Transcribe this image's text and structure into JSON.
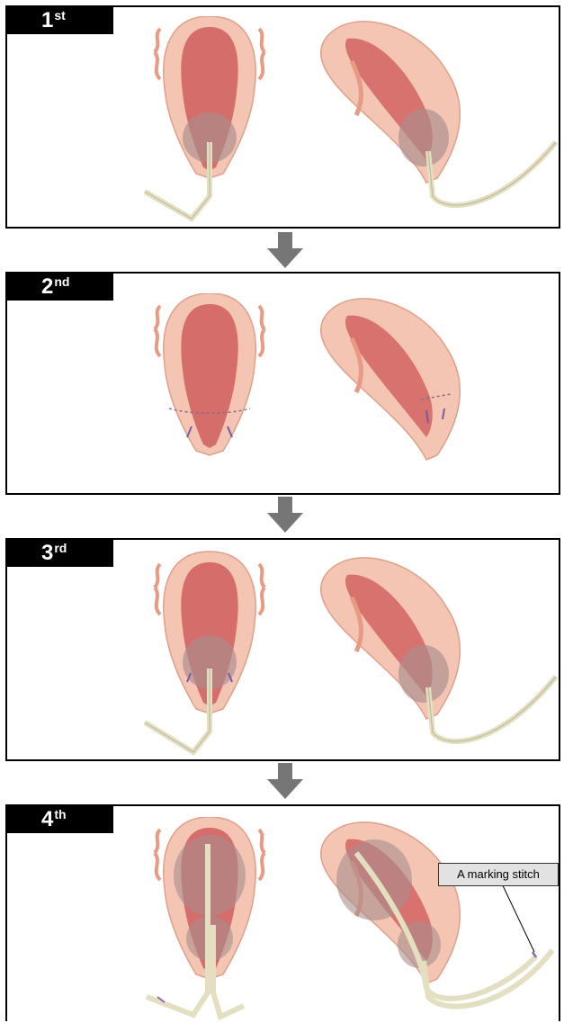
{
  "steps": [
    {
      "num": "1",
      "suffix": "st"
    },
    {
      "num": "2",
      "suffix": "nd"
    },
    {
      "num": "3",
      "suffix": "rd"
    },
    {
      "num": "4",
      "suffix": "th"
    }
  ],
  "callout": {
    "text": "A marking stitch"
  },
  "colors": {
    "border": "#000000",
    "label_bg": "#000000",
    "arrow": "#767676",
    "tissue_outer": "#f3c5b2",
    "tissue_inner": "#cf5d5d",
    "balloon": "#a98e8e",
    "catheter": "#e4dfc0"
  },
  "icons": [
    "down-arrow-icon",
    "uterus-front-view",
    "uterus-side-view",
    "balloon-catheter"
  ]
}
